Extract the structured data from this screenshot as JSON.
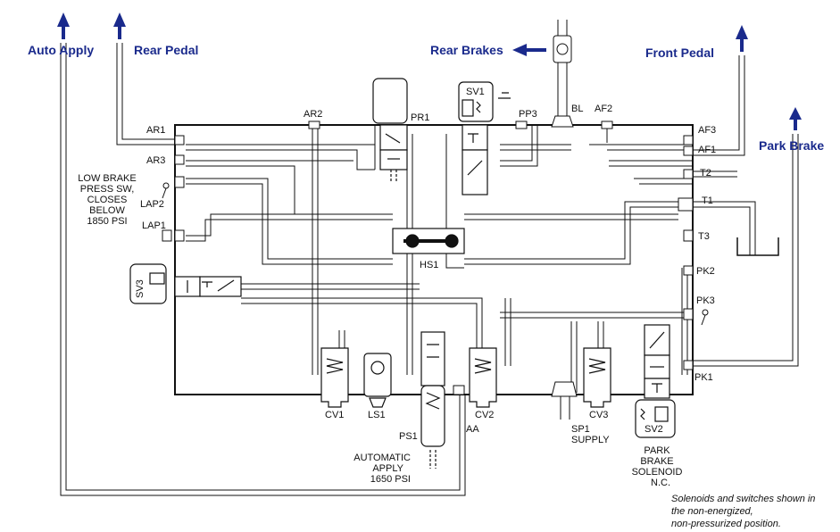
{
  "external_labels": {
    "auto_apply": "Auto Apply",
    "rear_pedal": "Rear Pedal",
    "rear_brakes": "Rear Brakes",
    "front_pedal": "Front Pedal",
    "park_brake": "Park Brake"
  },
  "ports": {
    "ar1": "AR1",
    "ar2": "AR2",
    "ar3": "AR3",
    "af1": "AF1",
    "af2": "AF2",
    "af3": "AF3",
    "pp3": "PP3",
    "bl": "BL",
    "t1": "T1",
    "t2": "T2",
    "t3": "T3",
    "pk1": "PK1",
    "pk2": "PK2",
    "pk3": "PK3",
    "lap1": "LAP1",
    "lap2": "LAP2",
    "aa": "AA"
  },
  "components": {
    "pr1": "PR1",
    "sv1": "SV1",
    "sv2": "SV2",
    "sv3": "SV3",
    "hs1": "HS1",
    "cv1": "CV1",
    "cv2": "CV2",
    "cv3": "CV3",
    "ls1": "LS1",
    "ps1": "PS1"
  },
  "annotations": {
    "low_brake_switch": [
      "LOW BRAKE",
      "PRESS SW,",
      "CLOSES",
      "BELOW",
      "1850 PSI"
    ],
    "automatic_apply": [
      "AUTOMATIC",
      "APPLY",
      "1650 PSI"
    ],
    "sp1_supply": [
      "SP1",
      "SUPPLY"
    ],
    "park_brake_solenoid": [
      "PARK",
      "BRAKE",
      "SOLENOID",
      "N.C."
    ]
  },
  "footnote": [
    "Solenoids and switches shown in",
    "the non-energized,",
    "non-pressurized position."
  ],
  "colors": {
    "arrow": "#1a2a8c",
    "label": "#1a2a8c",
    "line": "#111111"
  }
}
